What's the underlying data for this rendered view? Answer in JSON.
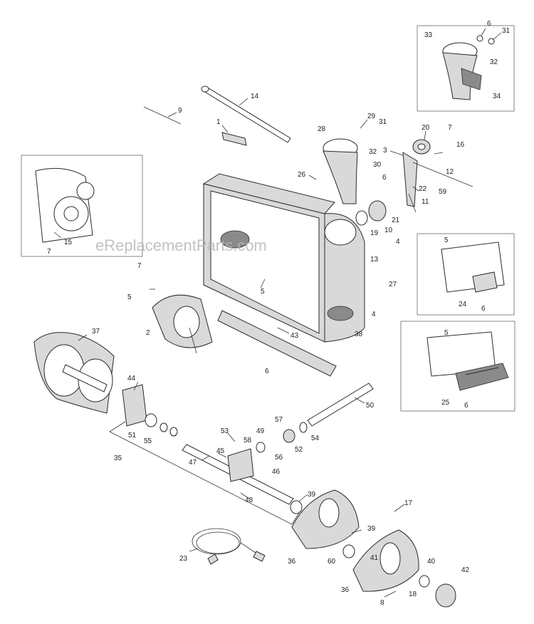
{
  "watermark": "eReplacementParts.com",
  "callouts": [
    {
      "id": "c6a",
      "text": "6"
    },
    {
      "id": "c31a",
      "text": "31"
    },
    {
      "id": "c33",
      "text": "33"
    },
    {
      "id": "c32a",
      "text": "32"
    },
    {
      "id": "c34",
      "text": "34"
    },
    {
      "id": "c14",
      "text": "14"
    },
    {
      "id": "c9",
      "text": "9"
    },
    {
      "id": "c1",
      "text": "1"
    },
    {
      "id": "c29",
      "text": "29"
    },
    {
      "id": "c31b",
      "text": "31"
    },
    {
      "id": "c28",
      "text": "28"
    },
    {
      "id": "c32b",
      "text": "32"
    },
    {
      "id": "c30",
      "text": "30"
    },
    {
      "id": "c20",
      "text": "20"
    },
    {
      "id": "c7a",
      "text": "7"
    },
    {
      "id": "c16",
      "text": "16"
    },
    {
      "id": "c3",
      "text": "3"
    },
    {
      "id": "c12",
      "text": "12"
    },
    {
      "id": "c26",
      "text": "26"
    },
    {
      "id": "c6b",
      "text": "6"
    },
    {
      "id": "c22",
      "text": "22"
    },
    {
      "id": "c59",
      "text": "59"
    },
    {
      "id": "c11",
      "text": "11"
    },
    {
      "id": "c21",
      "text": "21"
    },
    {
      "id": "c10",
      "text": "10"
    },
    {
      "id": "c19",
      "text": "19"
    },
    {
      "id": "c4a",
      "text": "4"
    },
    {
      "id": "c13",
      "text": "13"
    },
    {
      "id": "c15",
      "text": "15"
    },
    {
      "id": "c7b",
      "text": "7"
    },
    {
      "id": "c5a",
      "text": "5"
    },
    {
      "id": "c24",
      "text": "24"
    },
    {
      "id": "c6c",
      "text": "6"
    },
    {
      "id": "c7c",
      "text": "7"
    },
    {
      "id": "c5b",
      "text": "5"
    },
    {
      "id": "c5c",
      "text": "5"
    },
    {
      "id": "c27",
      "text": "27"
    },
    {
      "id": "c4b",
      "text": "4"
    },
    {
      "id": "c2",
      "text": "2"
    },
    {
      "id": "c43",
      "text": "43"
    },
    {
      "id": "c38",
      "text": "38"
    },
    {
      "id": "c6d",
      "text": "6"
    },
    {
      "id": "c5d",
      "text": "5"
    },
    {
      "id": "c25",
      "text": "25"
    },
    {
      "id": "c6e",
      "text": "6"
    },
    {
      "id": "c37",
      "text": "37"
    },
    {
      "id": "c44",
      "text": "44"
    },
    {
      "id": "c50",
      "text": "50"
    },
    {
      "id": "c57",
      "text": "57"
    },
    {
      "id": "c54",
      "text": "54"
    },
    {
      "id": "c51",
      "text": "51"
    },
    {
      "id": "c55",
      "text": "55"
    },
    {
      "id": "c53",
      "text": "53"
    },
    {
      "id": "c49",
      "text": "49"
    },
    {
      "id": "c58",
      "text": "58"
    },
    {
      "id": "c52",
      "text": "52"
    },
    {
      "id": "c56",
      "text": "56"
    },
    {
      "id": "c35",
      "text": "35"
    },
    {
      "id": "c45",
      "text": "45"
    },
    {
      "id": "c47",
      "text": "47"
    },
    {
      "id": "c46",
      "text": "46"
    },
    {
      "id": "c48",
      "text": "48"
    },
    {
      "id": "c39a",
      "text": "39"
    },
    {
      "id": "c17",
      "text": "17"
    },
    {
      "id": "c39b",
      "text": "39"
    },
    {
      "id": "c23",
      "text": "23"
    },
    {
      "id": "c36a",
      "text": "36"
    },
    {
      "id": "c60",
      "text": "60"
    },
    {
      "id": "c41",
      "text": "41"
    },
    {
      "id": "c40",
      "text": "40"
    },
    {
      "id": "c42",
      "text": "42"
    },
    {
      "id": "c36b",
      "text": "36"
    },
    {
      "id": "c18",
      "text": "18"
    },
    {
      "id": "c8",
      "text": "8"
    }
  ]
}
